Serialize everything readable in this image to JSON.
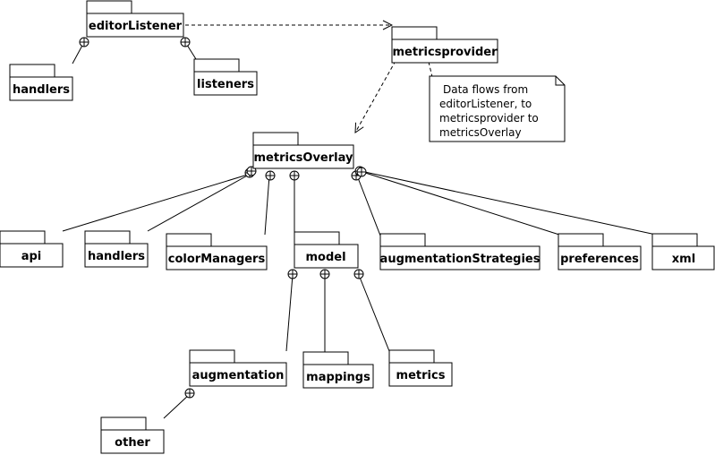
{
  "packages": {
    "editorListener": "editorListener",
    "metricsprovider": "metricsprovider",
    "metricsOverlay": "metricsOverlay",
    "handlers_top": "handlers",
    "listeners": "listeners",
    "api": "api",
    "handlers": "handlers",
    "colorManagers": "colorManagers",
    "model": "model",
    "augmentationStrategies": "augmentationStrategies",
    "preferences": "preferences",
    "xml": "xml",
    "augmentation": "augmentation",
    "mappings": "mappings",
    "metrics": "metrics",
    "other": "other"
  },
  "note": {
    "lines": [
      "Data flows from",
      "editorListener, to",
      "metricsprovider to",
      "metricsOverlay"
    ]
  },
  "colors": {
    "line": "#000000",
    "background": "#ffffff"
  }
}
